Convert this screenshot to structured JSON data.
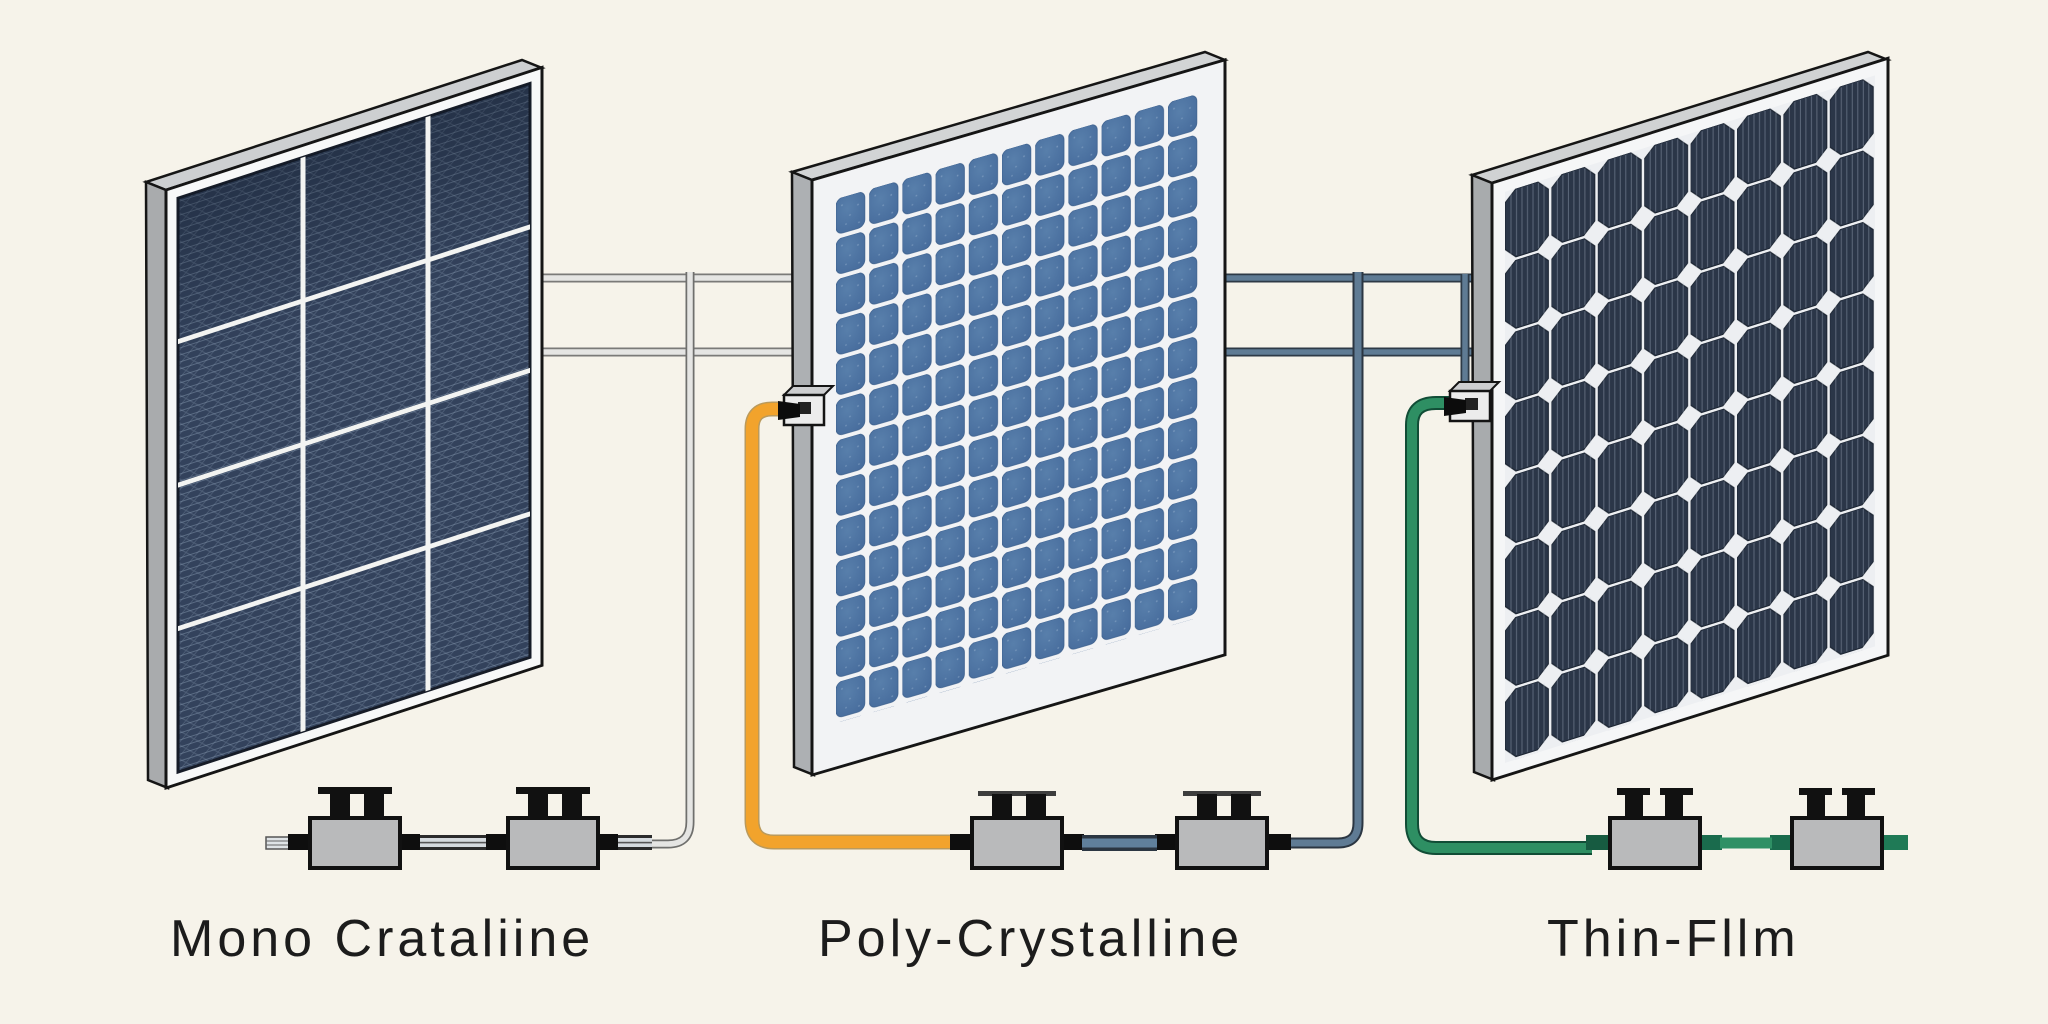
{
  "diagram": {
    "title_hint": "solar panel types illustration",
    "labels": {
      "mono": "Mono Crataliine",
      "poly": "Poly-Crystalline",
      "thin": "Thin-Fllm"
    }
  },
  "colors": {
    "background": "#f6f3ea",
    "orange_cable": "#F2A32C",
    "green_cable": "#2E8F63",
    "blue_gray_wire": "#5F7B94",
    "light_gray_wire": "#E5E5E3",
    "mono_panel_cells": "#33425C",
    "poly_panel_cells": "#4B70A0",
    "thin_film_cells": "#2B3648",
    "inverter_box": "#B9BABB",
    "frame_white": "#F5F6F7"
  }
}
